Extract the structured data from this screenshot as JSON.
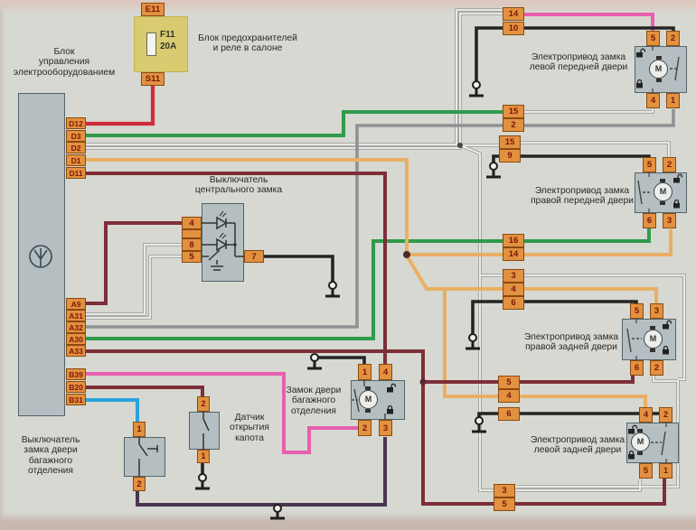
{
  "fuse_area": {
    "top_connector": "E11",
    "fuse_name": "F11",
    "fuse_rating": "20A",
    "bottom_connector": "S11",
    "label": "Блок предохранителей\nи реле в салоне"
  },
  "control_block": {
    "label": "Блок\nуправления\nэлектрооборудованием",
    "connectors_d": [
      "D12",
      "D3",
      "D2",
      "D1",
      "D11"
    ],
    "connectors_a": [
      "A9",
      "A31",
      "A32",
      "A30",
      "A33"
    ],
    "connectors_b": [
      "B39",
      "B20",
      "B31"
    ]
  },
  "central_lock_switch": {
    "label": "Выключатель\nцентрального замка",
    "pin_4": "4",
    "pin_8": "8",
    "pin_5": "5",
    "pin_7": "7"
  },
  "trunk_lock": {
    "label": "Замок двери\nбагажного\nотделения",
    "motor": "M",
    "pins_top": [
      "1",
      "4"
    ],
    "pins_bottom": [
      "2",
      "3"
    ]
  },
  "trunk_switch": {
    "label": "Выключатель\nзамка двери\nбагажного\nотделения",
    "pin_top": "1",
    "pin_bottom": "2"
  },
  "hood_sensor": {
    "label": "Датчик\nоткрытия\nкапота",
    "pin_top": "2",
    "pin_bottom": "1"
  },
  "actuators": [
    {
      "label": "Электропривод замка\nлевой передней двери",
      "motor": "M",
      "pins_top": [
        "5",
        "2"
      ],
      "pins_bottom": [
        "4",
        "1"
      ]
    },
    {
      "label": "Электропривод замка\nправой передней двери",
      "motor": "M",
      "pins_top": [
        "5",
        "2"
      ],
      "pins_bottom": [
        "6",
        "3"
      ]
    },
    {
      "label": "Электропривод замка\nправой задней двери",
      "motor": "M",
      "pins_top": [
        "5",
        "3"
      ],
      "pins_bottom": [
        "6",
        "2"
      ]
    },
    {
      "label": "Электропривод замка\nлевой задней двери",
      "motor": "M",
      "pins_top": [
        "4",
        "2"
      ],
      "pins_bottom": [
        "5",
        "1"
      ]
    }
  ],
  "inline_connectors": {
    "top": [
      "14",
      "10"
    ],
    "front_left": [
      "15",
      "2"
    ],
    "front_right": [
      "15",
      "9"
    ],
    "rear_right": [
      "16",
      "14"
    ],
    "mid": [
      "3",
      "4",
      "6"
    ],
    "rear_left_mid": [
      "5",
      "4"
    ],
    "rear_left_gnd": [
      "6"
    ],
    "rear_left_sense": [
      "3",
      "5"
    ]
  },
  "wire_colors": {
    "red": "#cf2b38",
    "green": "#2f9b4b",
    "gray": "#8f9294",
    "orange": "#e9af62",
    "dark_red": "#7d2f38",
    "pink": "#e85fae",
    "blue": "#2aa3dd",
    "black": "#242424",
    "violet": "#4a3550",
    "white": "#f2f2ef",
    "connector": "#e29140",
    "component": "#b5bfc2",
    "fuse_box": "#d8cb70"
  }
}
